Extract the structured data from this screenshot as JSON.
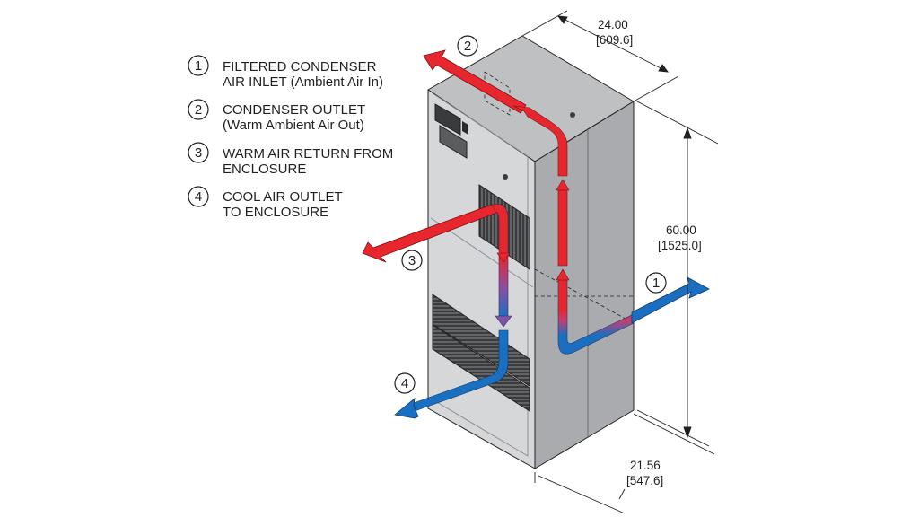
{
  "legend": [
    {
      "number": "1",
      "line1": "FILTERED CONDENSER",
      "line2": "AIR INLET (Ambient Air In)"
    },
    {
      "number": "2",
      "line1": "CONDENSER OUTLET",
      "line2": "(Warm Ambient Air Out)"
    },
    {
      "number": "3",
      "line1": "WARM AIR RETURN FROM",
      "line2": "ENCLOSURE"
    },
    {
      "number": "4",
      "line1": "COOL AIR OUTLET",
      "line2": "TO ENCLOSURE"
    }
  ],
  "dimensions": {
    "width": {
      "inches": "24.00",
      "mm": "[609.6]"
    },
    "height": {
      "inches": "60.00",
      "mm": "[1525.0]"
    },
    "depth": {
      "inches": "21.56",
      "mm": "[547.6]"
    }
  },
  "callouts": [
    "1",
    "2",
    "3",
    "4"
  ],
  "colors": {
    "hot_air": "#e8262d",
    "cool_air": "#1a6fc1",
    "cabinet_side": "#a9abae",
    "cabinet_front": "#d6d7d9",
    "cabinet_top": "#bfc0c2",
    "line": "#231f20"
  }
}
